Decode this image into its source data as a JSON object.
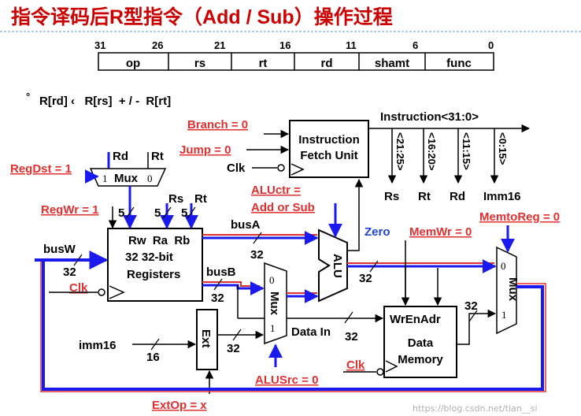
{
  "title": "指令译码后R型指令（Add / Sub）操作过程",
  "format": {
    "bits": [
      "31",
      "26",
      "21",
      "16",
      "11",
      "6",
      "0"
    ],
    "fields": [
      "op",
      "rs",
      "rt",
      "rd",
      "shamt",
      "func"
    ]
  },
  "rtl": {
    "bullet": "°",
    "text": "R[rd] ‹   R[rs]  + / -  R[rt]"
  },
  "signals": {
    "branch": "Branch = 0",
    "jump": "Jump = 0",
    "regdst": "RegDst = 1",
    "regwr": "RegWr = 1",
    "aluctr_1": "ALUctr =",
    "aluctr_2": "Add or Sub",
    "memwr": "MemWr = 0",
    "memtoreg": "MemtoReg = 0",
    "alusrc": "ALUSrc = 0",
    "extop": "ExtOp = x"
  },
  "blocks": {
    "ifu_1": "Instruction",
    "ifu_2": "Fetch Unit",
    "reg_ports": "Rw  Ra  Rb",
    "reg_2": "32 32-bit",
    "reg_3": "Registers",
    "alu": "ALU",
    "ext": "Ext",
    "mem_ports": "WrEnAdr",
    "mem_2": "Data",
    "mem_3": "Memory",
    "mux": "Mux"
  },
  "labels": {
    "instruction": "Instruction<31:0>",
    "f_rs": "<21:25>",
    "f_rt": "<16:20>",
    "f_rd": "<11:15>",
    "f_imm": "<0:15>",
    "rs": "Rs",
    "rt": "Rt",
    "rd": "Rd",
    "imm16": "Imm16",
    "clk": "Clk",
    "mux_rd": "Rd",
    "mux_rt": "Rt",
    "mux_1": "1",
    "mux_0": "0",
    "five": "5",
    "busa": "busA",
    "busb": "busB",
    "busw": "busW",
    "w32": "32",
    "zero": "Zero",
    "datain": "Data In",
    "imm16_in": "imm16",
    "n16": "16"
  },
  "watermark": "https://blog.csdn.net/tian__si",
  "colors": {
    "title": "#cc0000",
    "signal": "#e03030",
    "active_path": "#1a1aee",
    "zero": "#2244cc"
  }
}
